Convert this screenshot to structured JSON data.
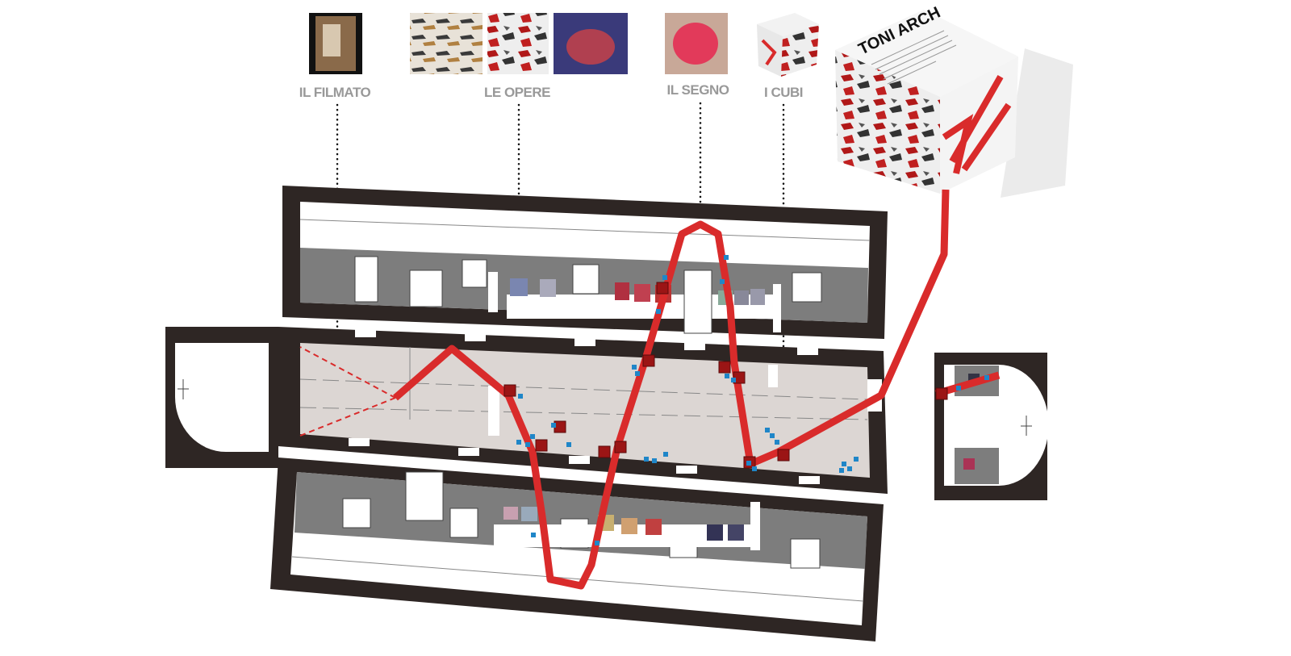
{
  "labels": {
    "filmato": "IL FILMATO",
    "opere": "LE OPERE",
    "segno": "IL SEGNO",
    "cubi": "I CUBI"
  },
  "cube": {
    "title": "TONI ARCH"
  },
  "colors": {
    "route": "#d92b2b",
    "wall": "#2e2624",
    "hall": "#dcd6d3",
    "gallery": "#7d7d7d",
    "cube_marker": "#9b1515",
    "spot": "#1f86c8",
    "label": "#999999"
  }
}
